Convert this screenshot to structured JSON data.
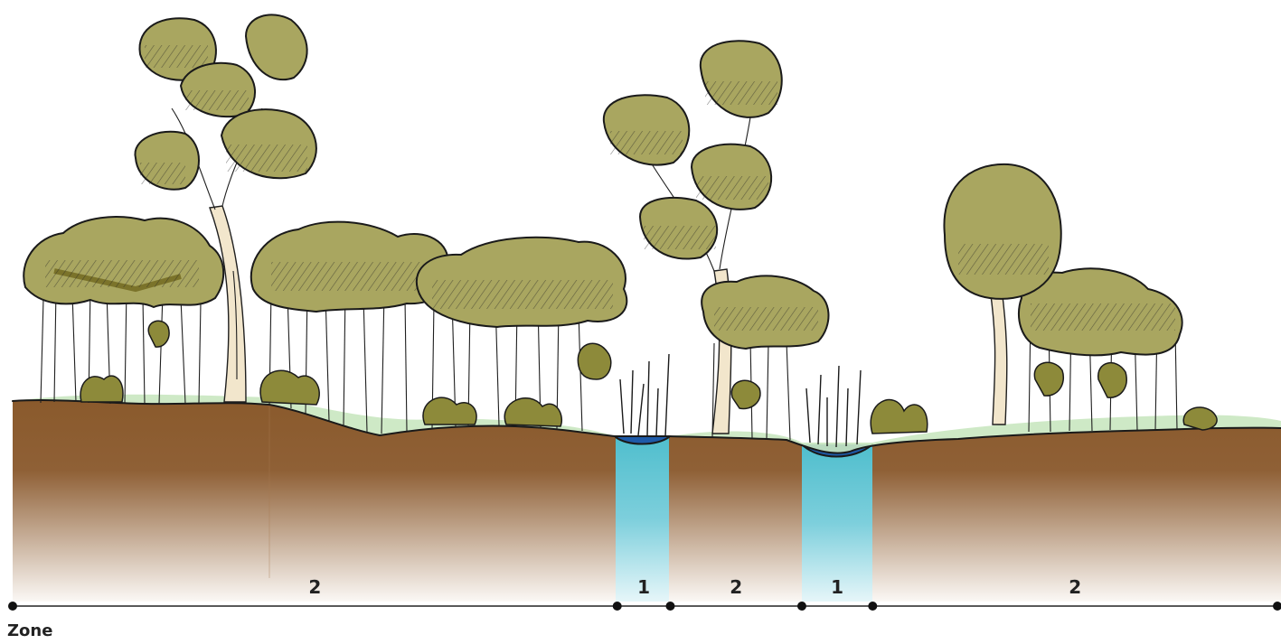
{
  "zones": [
    {
      "label": "2",
      "from": 0,
      "to": 0.478
    },
    {
      "label": "1",
      "from": 0.478,
      "to": 0.52
    },
    {
      "label": "2",
      "from": 0.52,
      "to": 0.624
    },
    {
      "label": "1",
      "from": 0.624,
      "to": 0.68
    },
    {
      "label": "2",
      "from": 0.68,
      "to": 1
    }
  ],
  "axis_title": "Zone",
  "colors": {
    "soil_top": "#8a5a2c",
    "soil_bottom": "#fbf8f5",
    "water_top": "#4fbecd",
    "water_bottom": "#e6f6f9",
    "foliage": "#a9a660",
    "foliage_dark": "#6f661d",
    "trunk": "#f2e6cc",
    "grass": "#c9e7c0",
    "pond": "#1e5aa8"
  },
  "icons": [
    "tree-icon",
    "shrub-icon",
    "reed-icon",
    "pond-icon"
  ]
}
